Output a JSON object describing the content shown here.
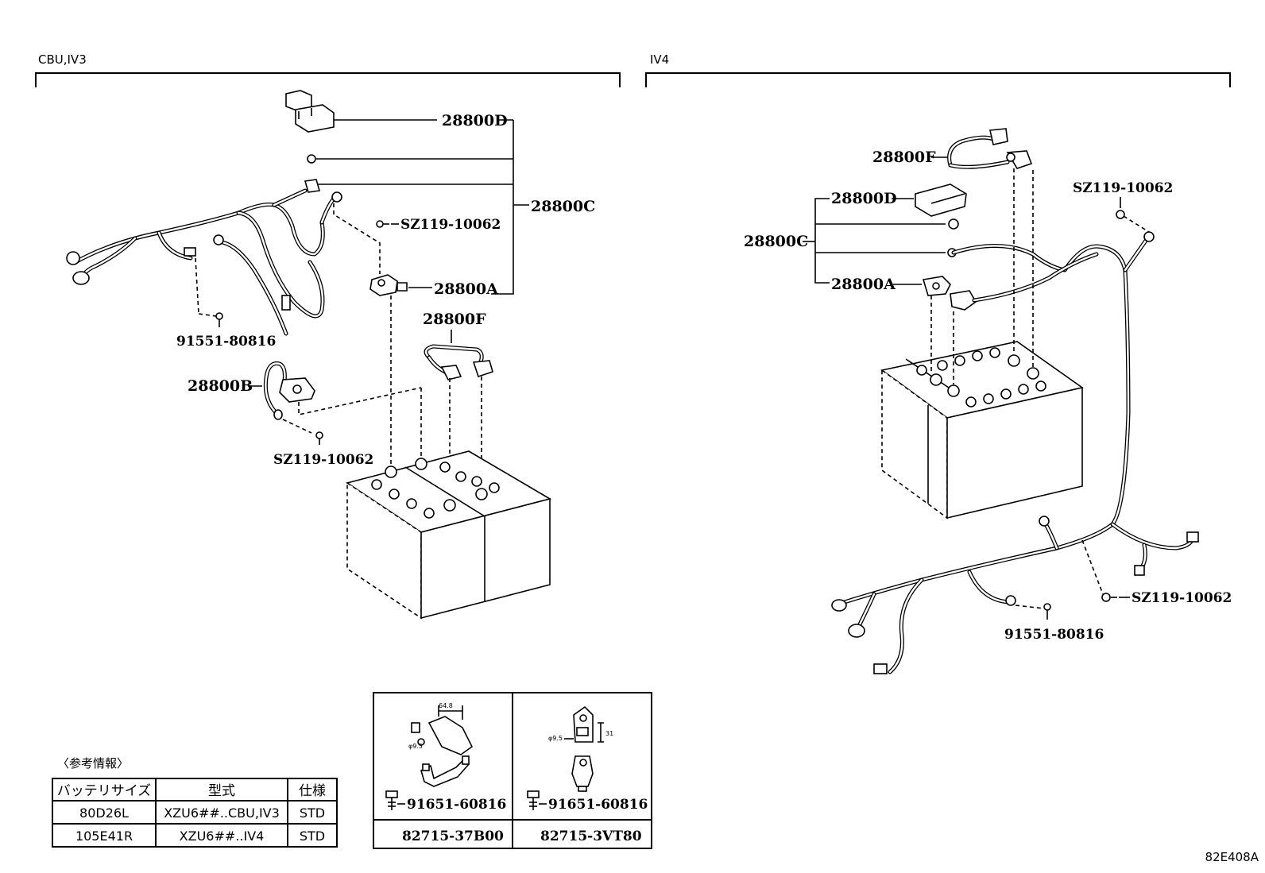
{
  "groups": {
    "left": "CBU,IV3",
    "right": "IV4"
  },
  "left_labels": {
    "cover": "28800D",
    "assy": "28800C",
    "bolt_top": "SZ119-10062",
    "terminal": "28800A",
    "cable_f": "28800F",
    "harness_bolt": "91551-80816",
    "negative": "28800B",
    "bolt_bottom": "SZ119-10062"
  },
  "right_labels": {
    "cable_f": "28800F",
    "cover": "28800D",
    "assy": "28800C",
    "terminal": "28800A",
    "bolt_top": "SZ119-10062",
    "bolt_bottom": "SZ119-10062",
    "harness_bolt": "91551-80816"
  },
  "detail_boxes": [
    {
      "dim_top": "64.8",
      "dim_dia": "φ9.5",
      "bolt": "91651-60816",
      "part": "82715-37B00"
    },
    {
      "dim_side": "31",
      "dim_dia": "φ9.5",
      "bolt": "91651-60816",
      "part": "82715-3VT80"
    }
  ],
  "ref_table": {
    "caption": "〈参考情報〉",
    "headers": [
      "バッテリサイズ",
      "型式",
      "仕様"
    ],
    "rows": [
      [
        "80D26L",
        "XZU6##..CBU,IV3",
        "STD"
      ],
      [
        "105E41R",
        "XZU6##..IV4",
        "STD"
      ]
    ]
  },
  "drawing_code": "82E408A"
}
